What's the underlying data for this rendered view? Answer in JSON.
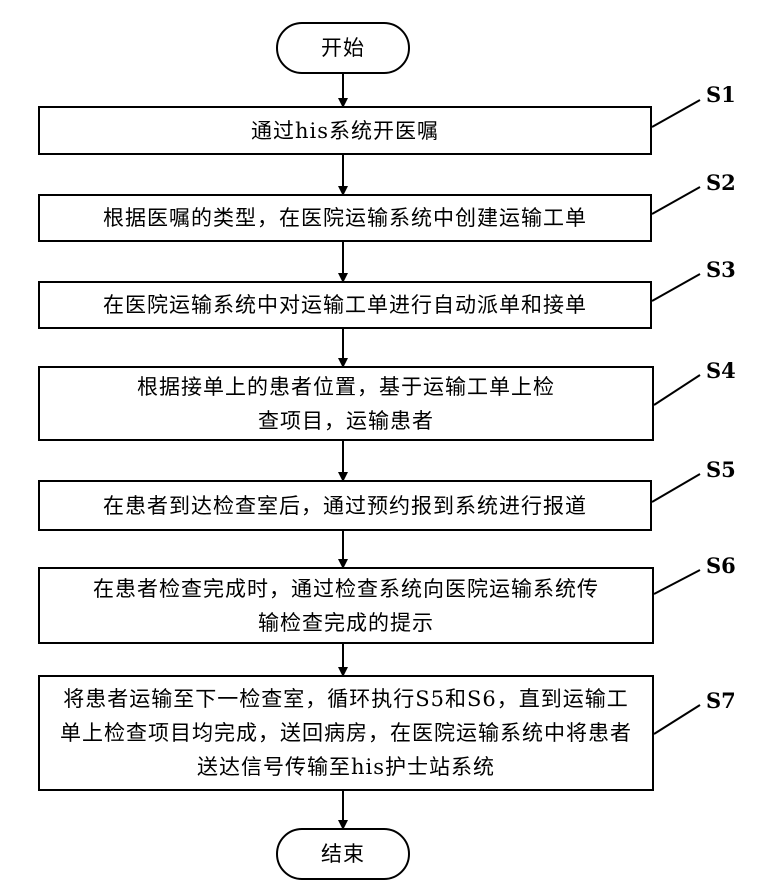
{
  "flowchart": {
    "start": "开始",
    "end": "结束",
    "steps": [
      {
        "label": "S1",
        "text": "通过his系统开医嘱"
      },
      {
        "label": "S2",
        "text": "根据医嘱的类型，在医院运输系统中创建运输工单"
      },
      {
        "label": "S3",
        "text": "在医院运输系统中对运输工单进行自动派单和接单"
      },
      {
        "label": "S4",
        "text": "根据接单上的患者位置，基于运输工单上检查项目，运输患者"
      },
      {
        "label": "S5",
        "text": "在患者到达检查室后，通过预约报到系统进行报道"
      },
      {
        "label": "S6",
        "text": "在患者检查完成时，通过检查系统向医院运输系统传输检查完成的提示"
      },
      {
        "label": "S7",
        "text": "将患者运输至下一检查室，循环执行S5和S6，直到运输工单上检查项目均完成，送回病房，在医院运输系统中将患者送达信号传输至his护士站系统"
      }
    ]
  }
}
